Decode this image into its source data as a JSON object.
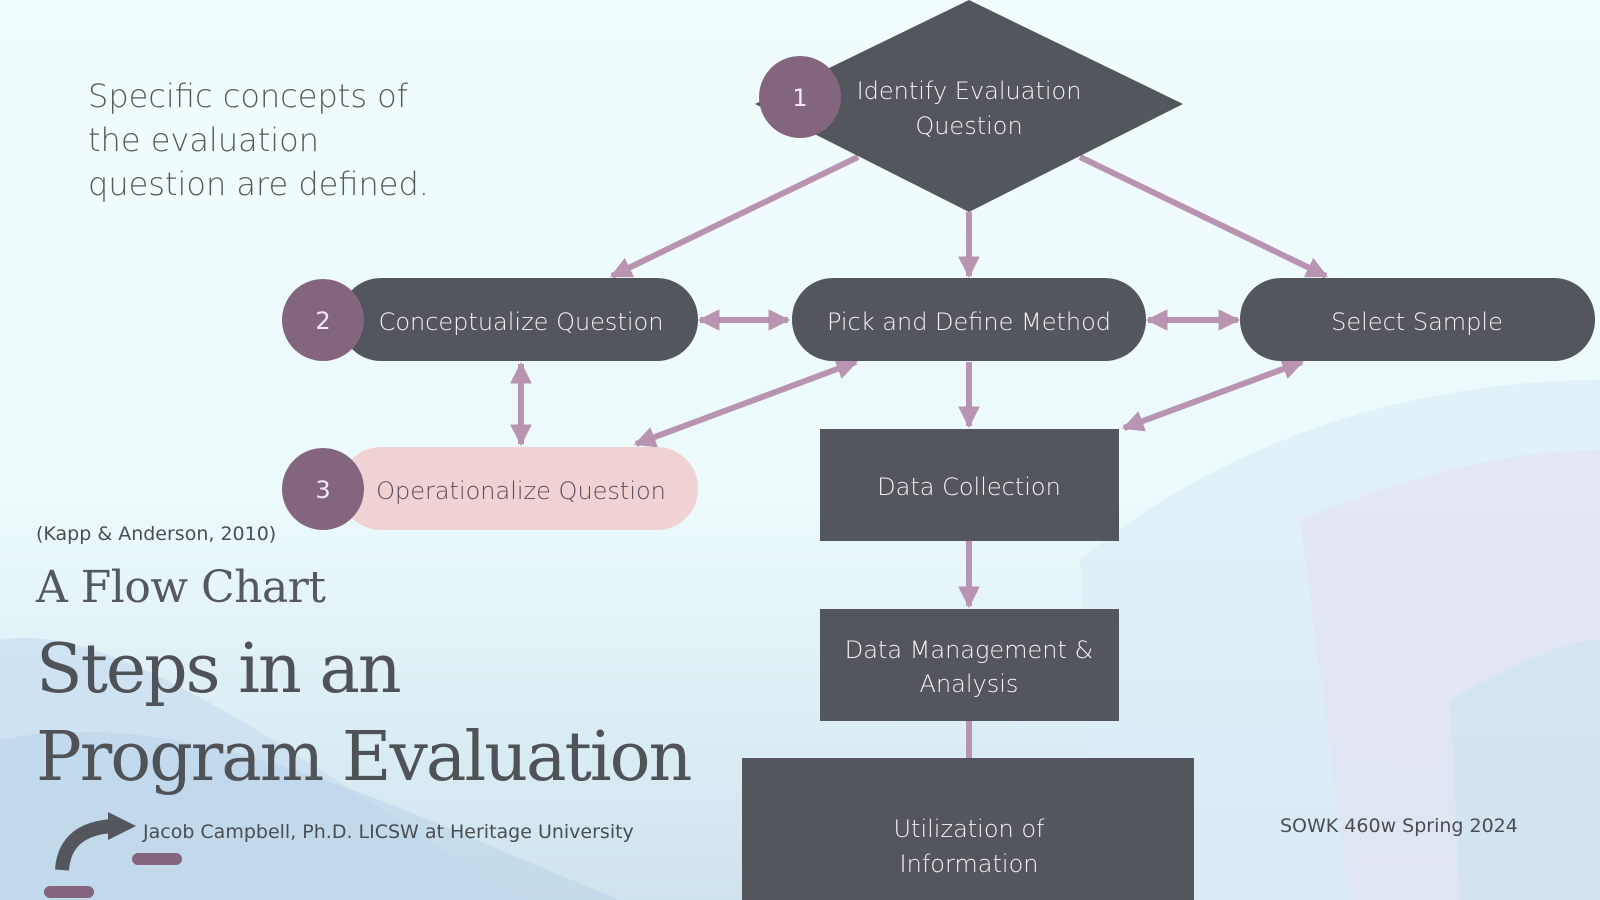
{
  "description": {
    "line1": "Specific concepts of",
    "line2": "the evaluation",
    "line3": "question are defined."
  },
  "citation": "(Kapp & Anderson, 2010)",
  "subtitle": "A Flow Chart",
  "title": {
    "line1": "Steps in an",
    "line2": "Program Evaluation"
  },
  "author": "Jacob Campbell, Ph.D. LICSW at Heritage University",
  "course": "SOWK 460w Spring 2024",
  "flowchart": {
    "identify": {
      "line1": "Identify Evaluation",
      "line2": "Question",
      "badge": "1"
    },
    "conceptualize": {
      "label": "Conceptualize Question",
      "badge": "2"
    },
    "pick_method": {
      "label": "Pick and Define Method"
    },
    "select_sample": {
      "label": "Select Sample"
    },
    "operationalize": {
      "label": "Operationalize Question",
      "badge": "3"
    },
    "data_collection": {
      "label": "Data Collection"
    },
    "data_management": {
      "line1": "Data Management &",
      "line2": "Analysis"
    },
    "utilization": {
      "line1": "Utilization of",
      "line2": "Information"
    }
  },
  "colors": {
    "node_dark": "#53565c",
    "badge": "#83667e",
    "arrow": "#b894b2",
    "highlight_node": "#f0d2d5"
  }
}
